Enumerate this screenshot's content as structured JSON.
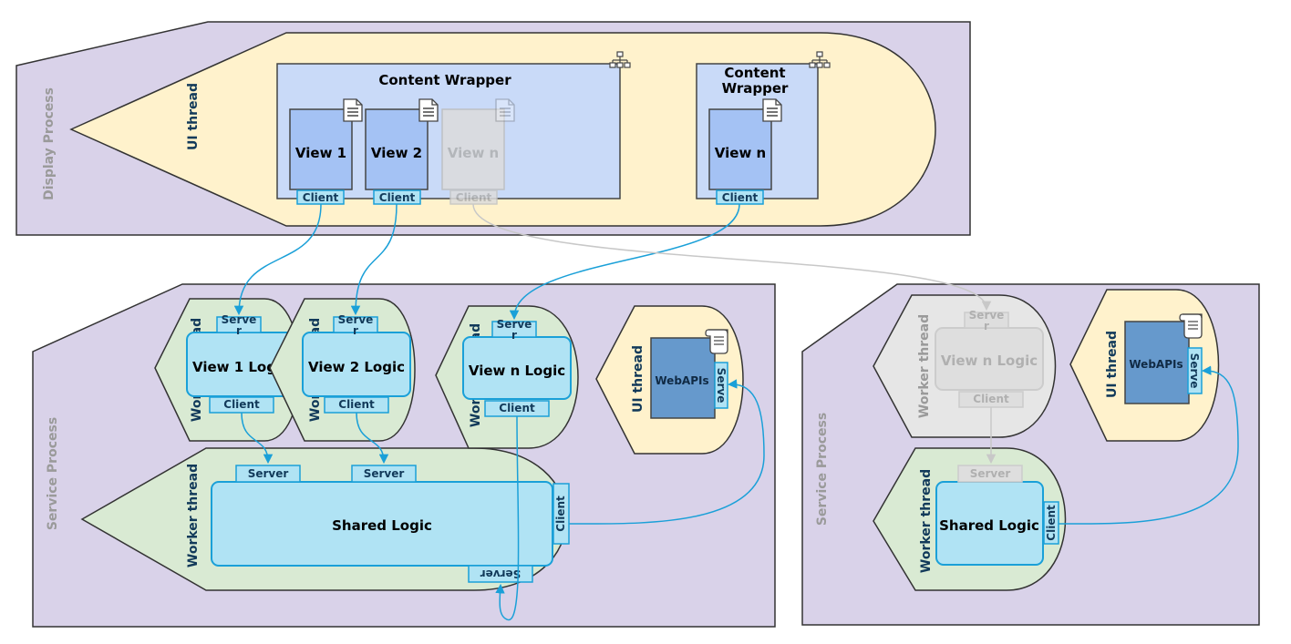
{
  "display_process": {
    "label": "Display Process",
    "ui_thread": "UI thread",
    "wrapper1": {
      "title": "Content Wrapper",
      "views": [
        "View 1",
        "View 2",
        "View n"
      ],
      "client": "Client"
    },
    "wrapper2": {
      "title_line1": "Content",
      "title_line2": "Wrapper",
      "view": "View n",
      "client": "Client"
    }
  },
  "service_process_1": {
    "label": "Service Process",
    "view1_logic": {
      "thread": "Worker thread",
      "title": "View 1 Logic",
      "server_a": "Serve",
      "server_b": "r",
      "client": "Client"
    },
    "view2_logic": {
      "thread": "Worker thread",
      "title": "View 2 Logic",
      "server_a": "Serve",
      "server_b": "r",
      "client": "Client"
    },
    "viewn_logic": {
      "thread": "Worker thread",
      "title": "View n Logic",
      "server_a": "Serve",
      "server_b": "r",
      "client": "Client"
    },
    "ui_thread": {
      "label": "UI thread",
      "webapis": "WebAPIs",
      "server": "Serve"
    },
    "shared": {
      "thread": "Worker thread",
      "title": "Shared Logic",
      "server1": "Server",
      "server2": "Server",
      "client": "Client",
      "server_bottom": "Server"
    }
  },
  "service_process_2": {
    "label": "Service Process",
    "viewn_logic": {
      "thread": "Worker thread",
      "title": "View n Logic",
      "server_a": "Serve",
      "server_b": "r",
      "client": "Client"
    },
    "ui_thread": {
      "label": "UI thread",
      "webapis": "WebAPIs",
      "server": "Serve"
    },
    "shared": {
      "thread": "Worker thread",
      "title": "Shared Logic",
      "server": "Server",
      "client": "Client"
    }
  },
  "colors": {
    "process_bg": "#d9d2e9",
    "ui_thread_bg": "#fff2cc",
    "worker_bg": "#d9ead3",
    "wrapper_bg": "#c9daf8",
    "view_bg": "#a4c2f4",
    "logic_bg": "#b0e3f4",
    "accent": "#1aa0d8",
    "webapi_bg": "#6699cc"
  }
}
